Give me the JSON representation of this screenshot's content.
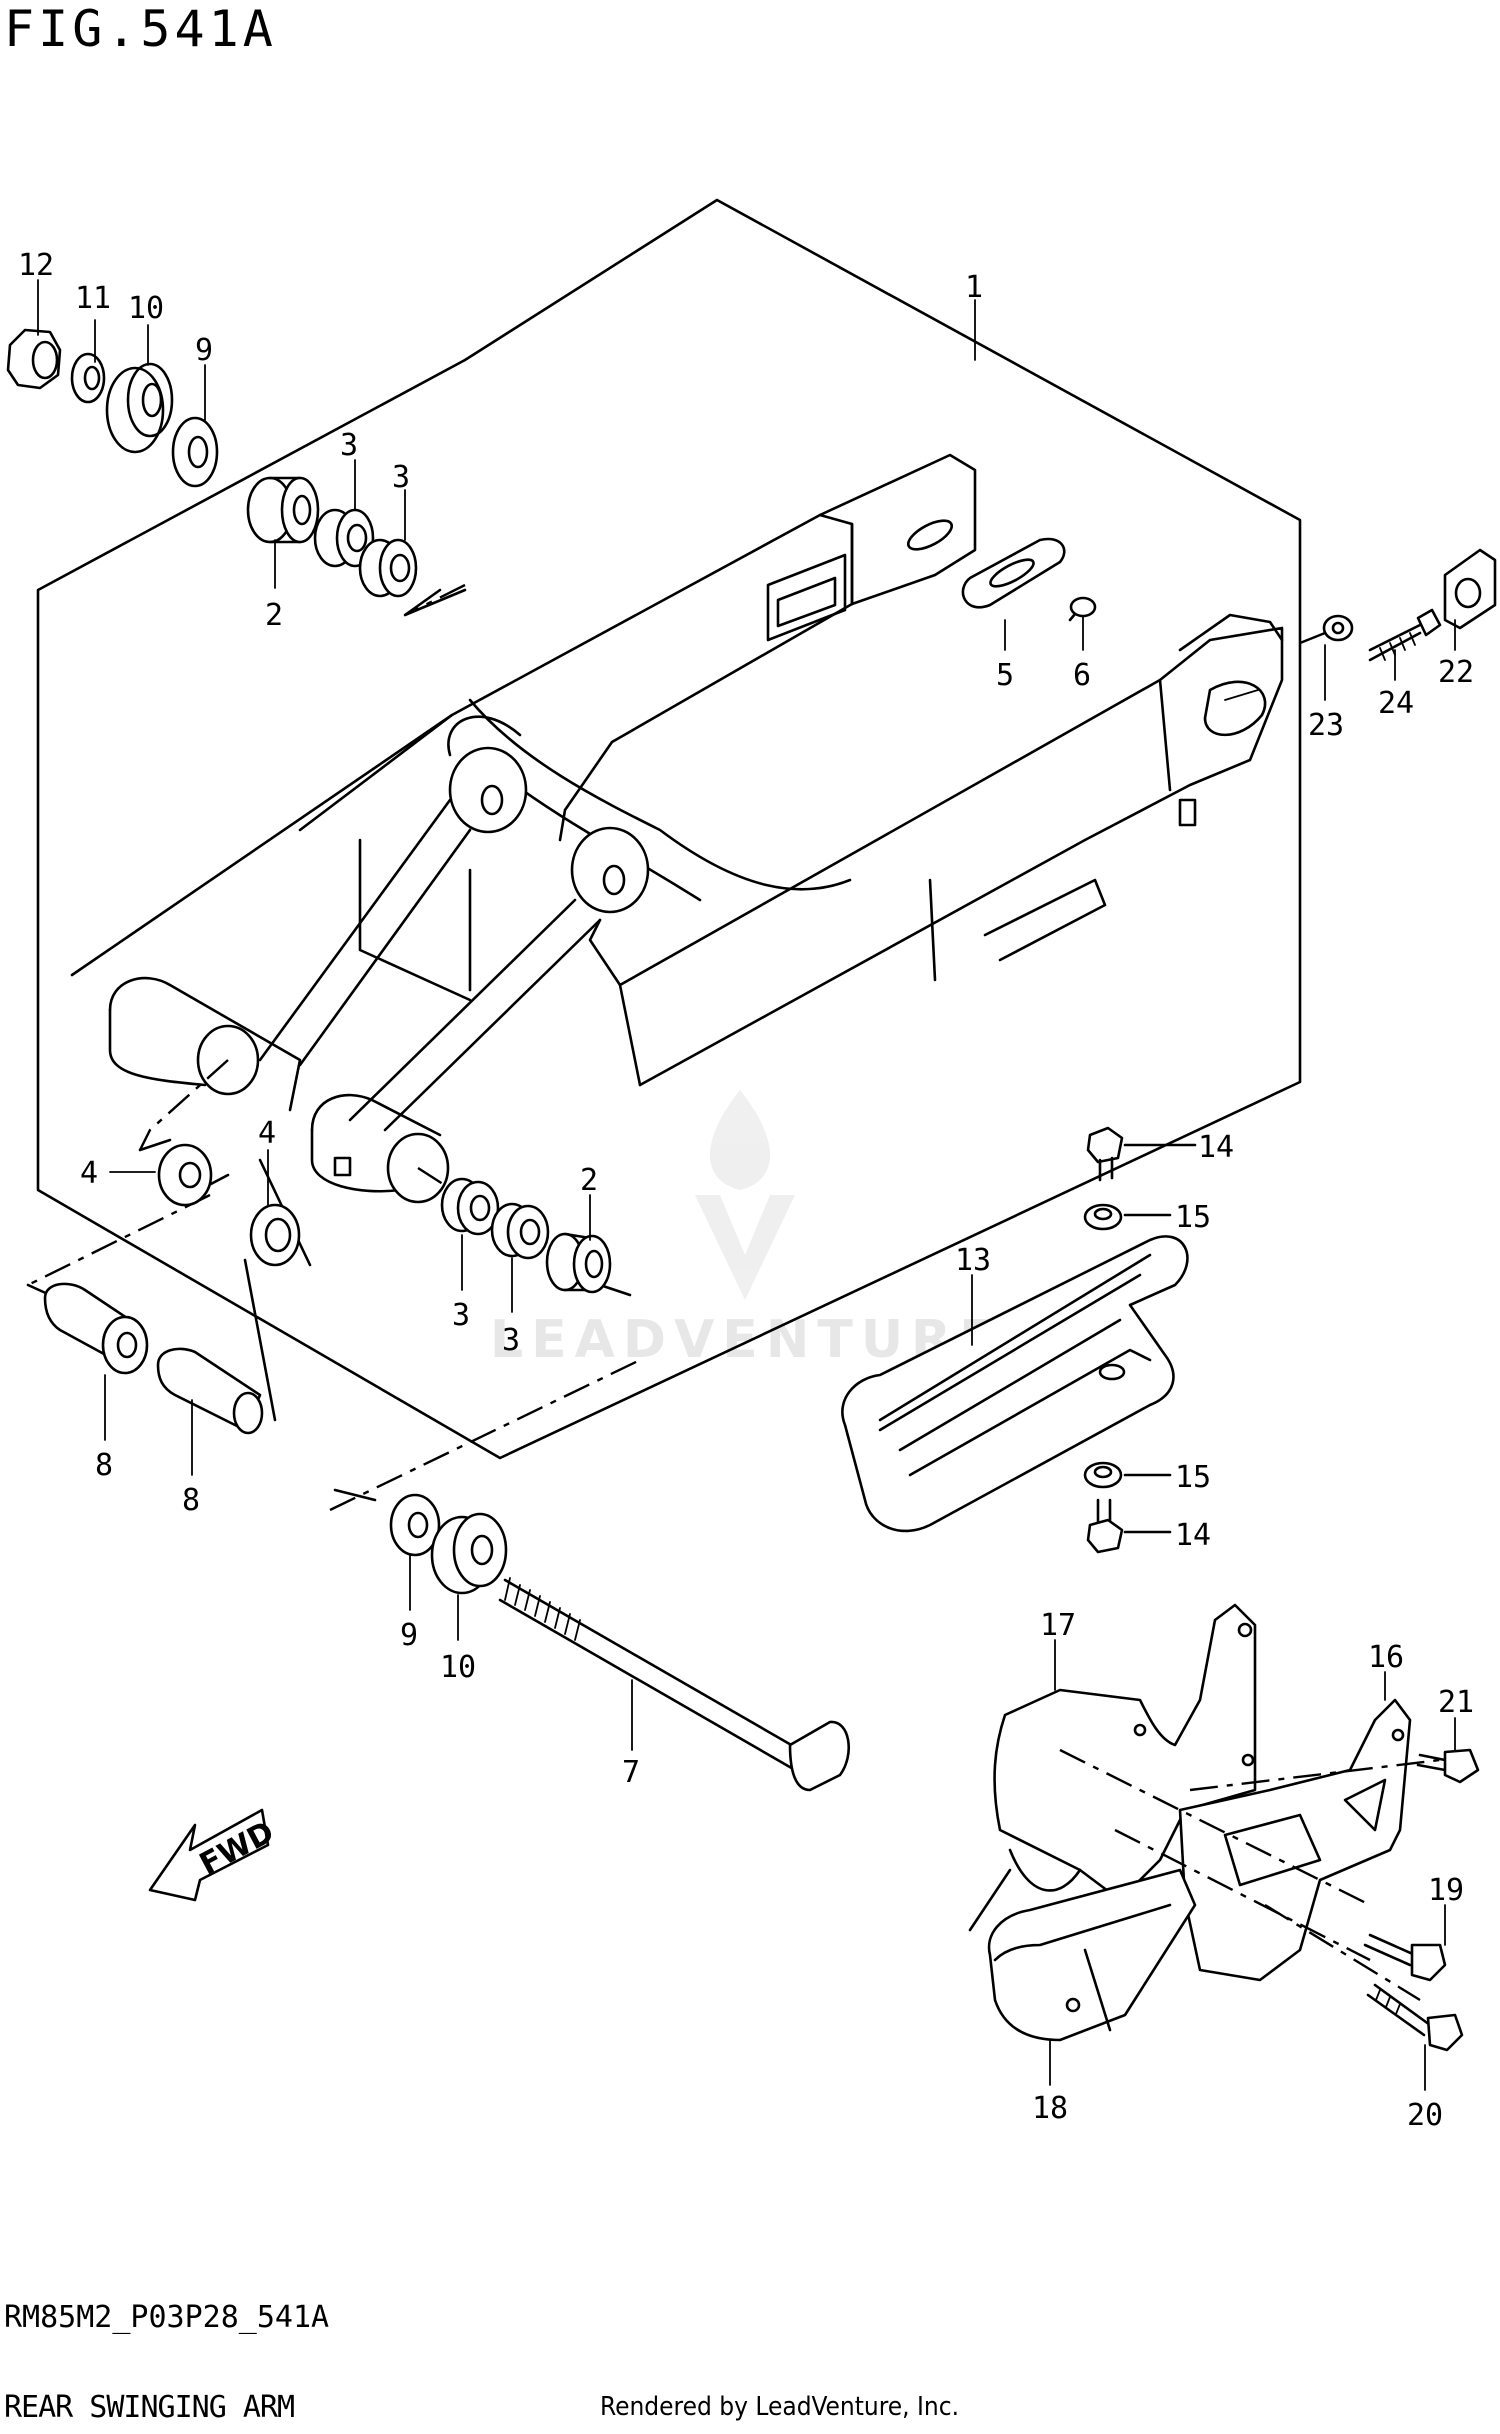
{
  "figure_title": "FIG.541A",
  "diagram_code": "RM85M2_P03P28_541A",
  "diagram_name": "REAR SWINGING ARM",
  "credit": "Rendered by LeadVenture, Inc.",
  "watermark": "LEADVENTURE",
  "fwd_label": "FWD",
  "callouts": [
    {
      "id": "c1",
      "label": "1"
    },
    {
      "id": "c2a",
      "label": "2"
    },
    {
      "id": "c2b",
      "label": "2"
    },
    {
      "id": "c3a",
      "label": "3"
    },
    {
      "id": "c3b",
      "label": "3"
    },
    {
      "id": "c3c",
      "label": "3"
    },
    {
      "id": "c3d",
      "label": "3"
    },
    {
      "id": "c4a",
      "label": "4"
    },
    {
      "id": "c4b",
      "label": "4"
    },
    {
      "id": "c5",
      "label": "5"
    },
    {
      "id": "c6",
      "label": "6"
    },
    {
      "id": "c7",
      "label": "7"
    },
    {
      "id": "c8a",
      "label": "8"
    },
    {
      "id": "c8b",
      "label": "8"
    },
    {
      "id": "c9a",
      "label": "9"
    },
    {
      "id": "c9b",
      "label": "9"
    },
    {
      "id": "c10a",
      "label": "10"
    },
    {
      "id": "c10b",
      "label": "10"
    },
    {
      "id": "c11",
      "label": "11"
    },
    {
      "id": "c12",
      "label": "12"
    },
    {
      "id": "c13",
      "label": "13"
    },
    {
      "id": "c14a",
      "label": "14"
    },
    {
      "id": "c14b",
      "label": "14"
    },
    {
      "id": "c15a",
      "label": "15"
    },
    {
      "id": "c15b",
      "label": "15"
    },
    {
      "id": "c16",
      "label": "16"
    },
    {
      "id": "c17",
      "label": "17"
    },
    {
      "id": "c18",
      "label": "18"
    },
    {
      "id": "c19",
      "label": "19"
    },
    {
      "id": "c20",
      "label": "20"
    },
    {
      "id": "c21",
      "label": "21"
    },
    {
      "id": "c22",
      "label": "22"
    },
    {
      "id": "c23",
      "label": "23"
    },
    {
      "id": "c24",
      "label": "24"
    }
  ]
}
